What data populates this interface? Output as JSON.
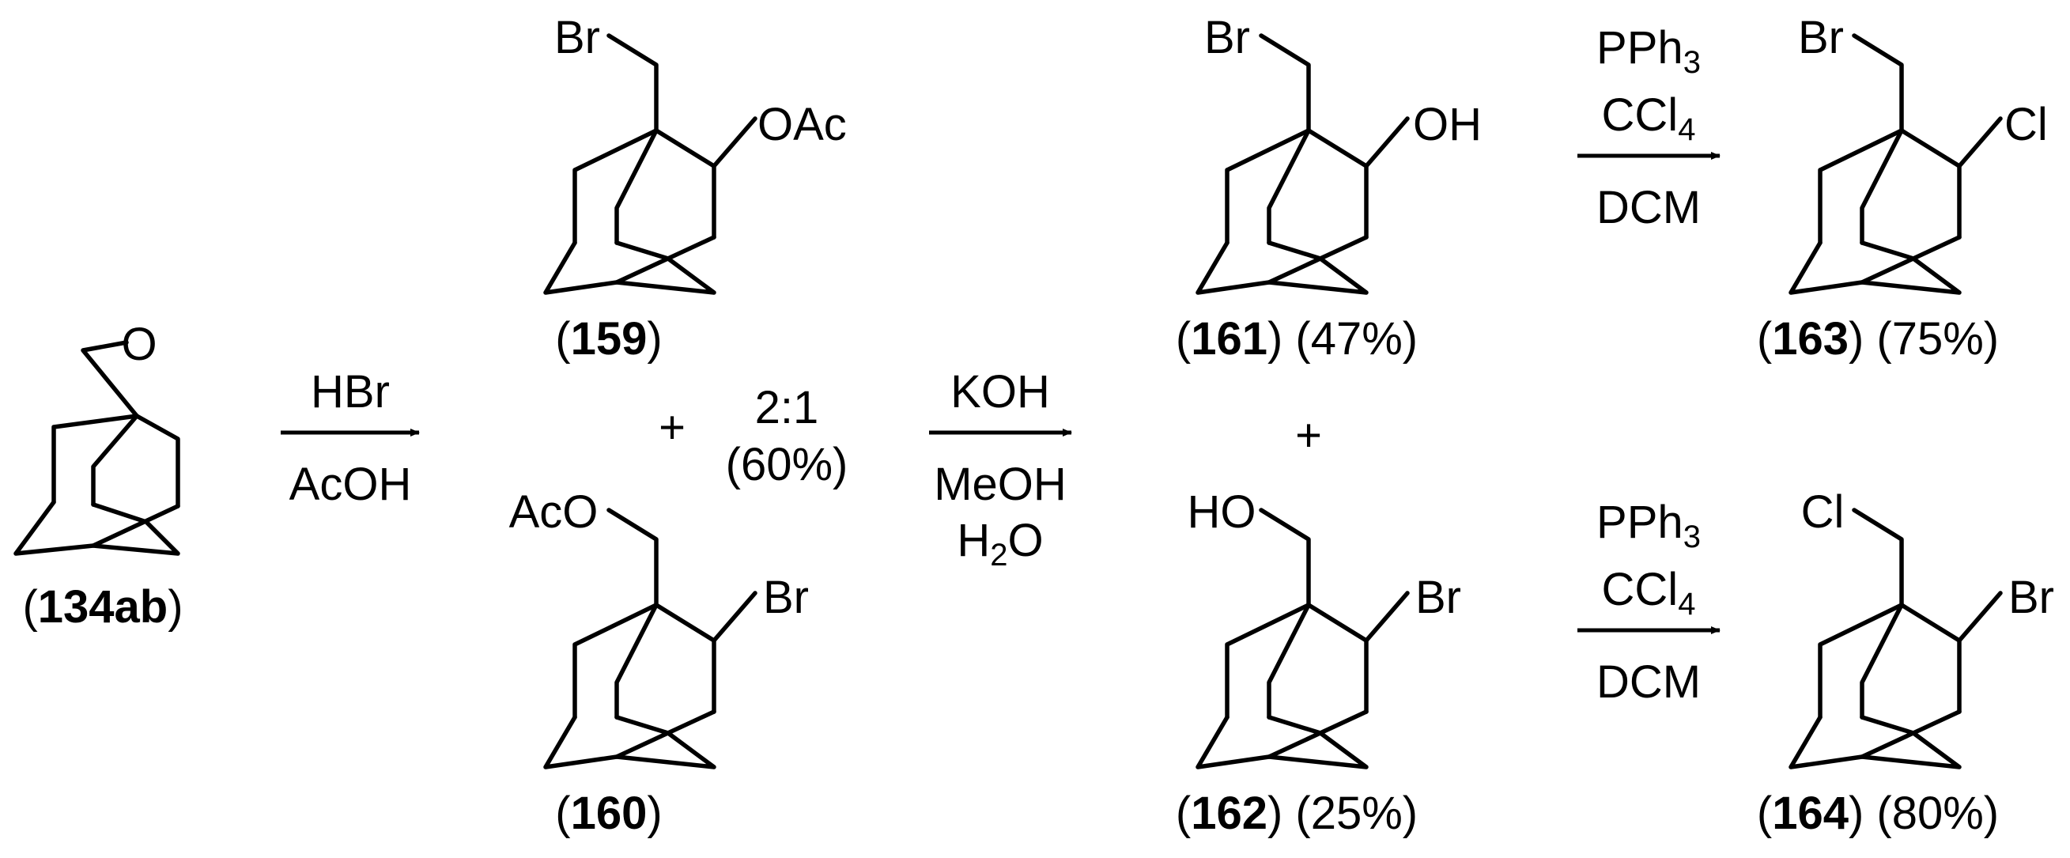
{
  "start_material": {
    "label": "134ab",
    "atoms": {
      "o": "O"
    }
  },
  "step1": {
    "reagents": [
      "HBr",
      "AcOH"
    ]
  },
  "ratio": "2:1",
  "mix_yield": "(60%)",
  "c159": {
    "label": "159",
    "atoms": {
      "top": "Br",
      "sub": "OAc"
    }
  },
  "c160": {
    "label": "160",
    "atoms": {
      "top": "AcO",
      "sub": "Br"
    }
  },
  "step2": {
    "reagents": [
      "KOH",
      "MeOH",
      "H",
      "2",
      "O"
    ]
  },
  "c161": {
    "label": "161",
    "yield": "(47%)",
    "atoms": {
      "top": "Br",
      "sub": "OH"
    }
  },
  "c162": {
    "label": "162",
    "yield": "(25%)",
    "atoms": {
      "top": "HO",
      "sub": "Br"
    }
  },
  "step3": {
    "reagents": [
      "PPh",
      "3",
      "CCl",
      "4",
      "DCM"
    ]
  },
  "step4": {
    "reagents": [
      "PPh",
      "3",
      "CCl",
      "4",
      "DCM"
    ]
  },
  "c163": {
    "label": "163",
    "yield": "(75%)",
    "atoms": {
      "top": "Br",
      "sub": "Cl"
    }
  },
  "c164": {
    "label": "164",
    "yield": "(80%)",
    "atoms": {
      "top": "Cl",
      "sub": "Br"
    }
  },
  "plus": "+"
}
